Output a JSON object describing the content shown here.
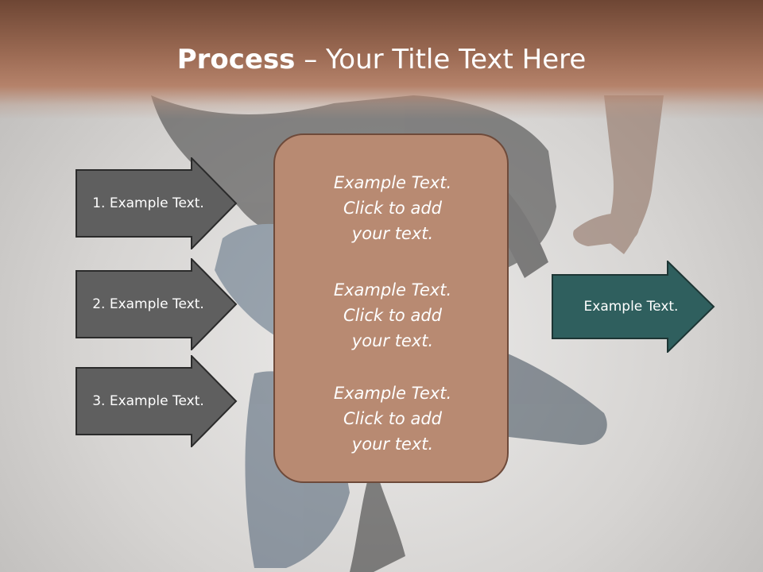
{
  "title": {
    "bold": "Process",
    "rest": " – Your Title Text Here"
  },
  "left_arrows": [
    {
      "label": "1. Example Text."
    },
    {
      "label": "2. Example Text."
    },
    {
      "label": "3. Example Text."
    }
  ],
  "center_blocks": [
    {
      "line1": "Example Text.",
      "line2": "Click  to add",
      "line3": "your text."
    },
    {
      "line1": "Example Text.",
      "line2": "Click  to add",
      "line3": "your text."
    },
    {
      "line1": "Example Text.",
      "line2": "Click  to add",
      "line3": "your text."
    }
  ],
  "output_arrow": {
    "label": "Example Text."
  },
  "colors": {
    "title_band": "#9b6a53",
    "left_arrow_fill": "#5f5f5f",
    "center_box_fill": "#b88a72",
    "output_arrow_fill": "#2f5f5e"
  },
  "background": {
    "image": "jumping-dancer-photo"
  }
}
